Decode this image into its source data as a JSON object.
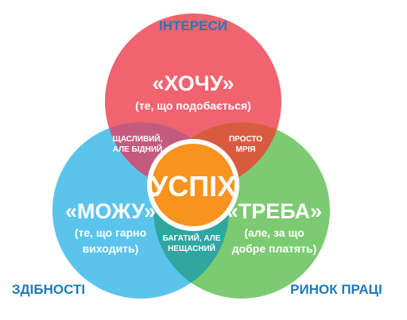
{
  "labels": {
    "top": "ІНТЕРЕСИ",
    "bottom_left": "ЗДІБНОСТІ",
    "bottom_right": "РИНОК ПРАЦІ"
  },
  "circles": {
    "top": {
      "title": "«ХОЧУ»",
      "sub": "(те, що подобається)",
      "color": "#F0636F"
    },
    "left": {
      "title": "«МОЖУ»",
      "sub_line1": "(те, що гарно",
      "sub_line2": "виходить)",
      "color": "#5BC4EC"
    },
    "right": {
      "title": "«ТРЕБА»",
      "sub_line1": "(але, за що",
      "sub_line2": "добре платять)",
      "color": "#7CCB72"
    }
  },
  "overlaps": {
    "top_left": {
      "line1": "ЩАСЛИВИЙ,",
      "line2": "АЛЕ БІДНИЙ",
      "color": "#C45B7E"
    },
    "top_right": {
      "line1": "ПРОСТО",
      "line2": "МРІЯ",
      "color": "#D95B3F"
    },
    "left_right": {
      "line1": "БАГАТИЙ, АЛЕ",
      "line2": "НЕЩАСНИЙ",
      "color": "#2FA6A0"
    }
  },
  "center": {
    "label": "УСПІХ",
    "color": "#F7931E"
  },
  "colors": {
    "heading": "#1E7BB5",
    "text_white": "#FFFFFF"
  }
}
